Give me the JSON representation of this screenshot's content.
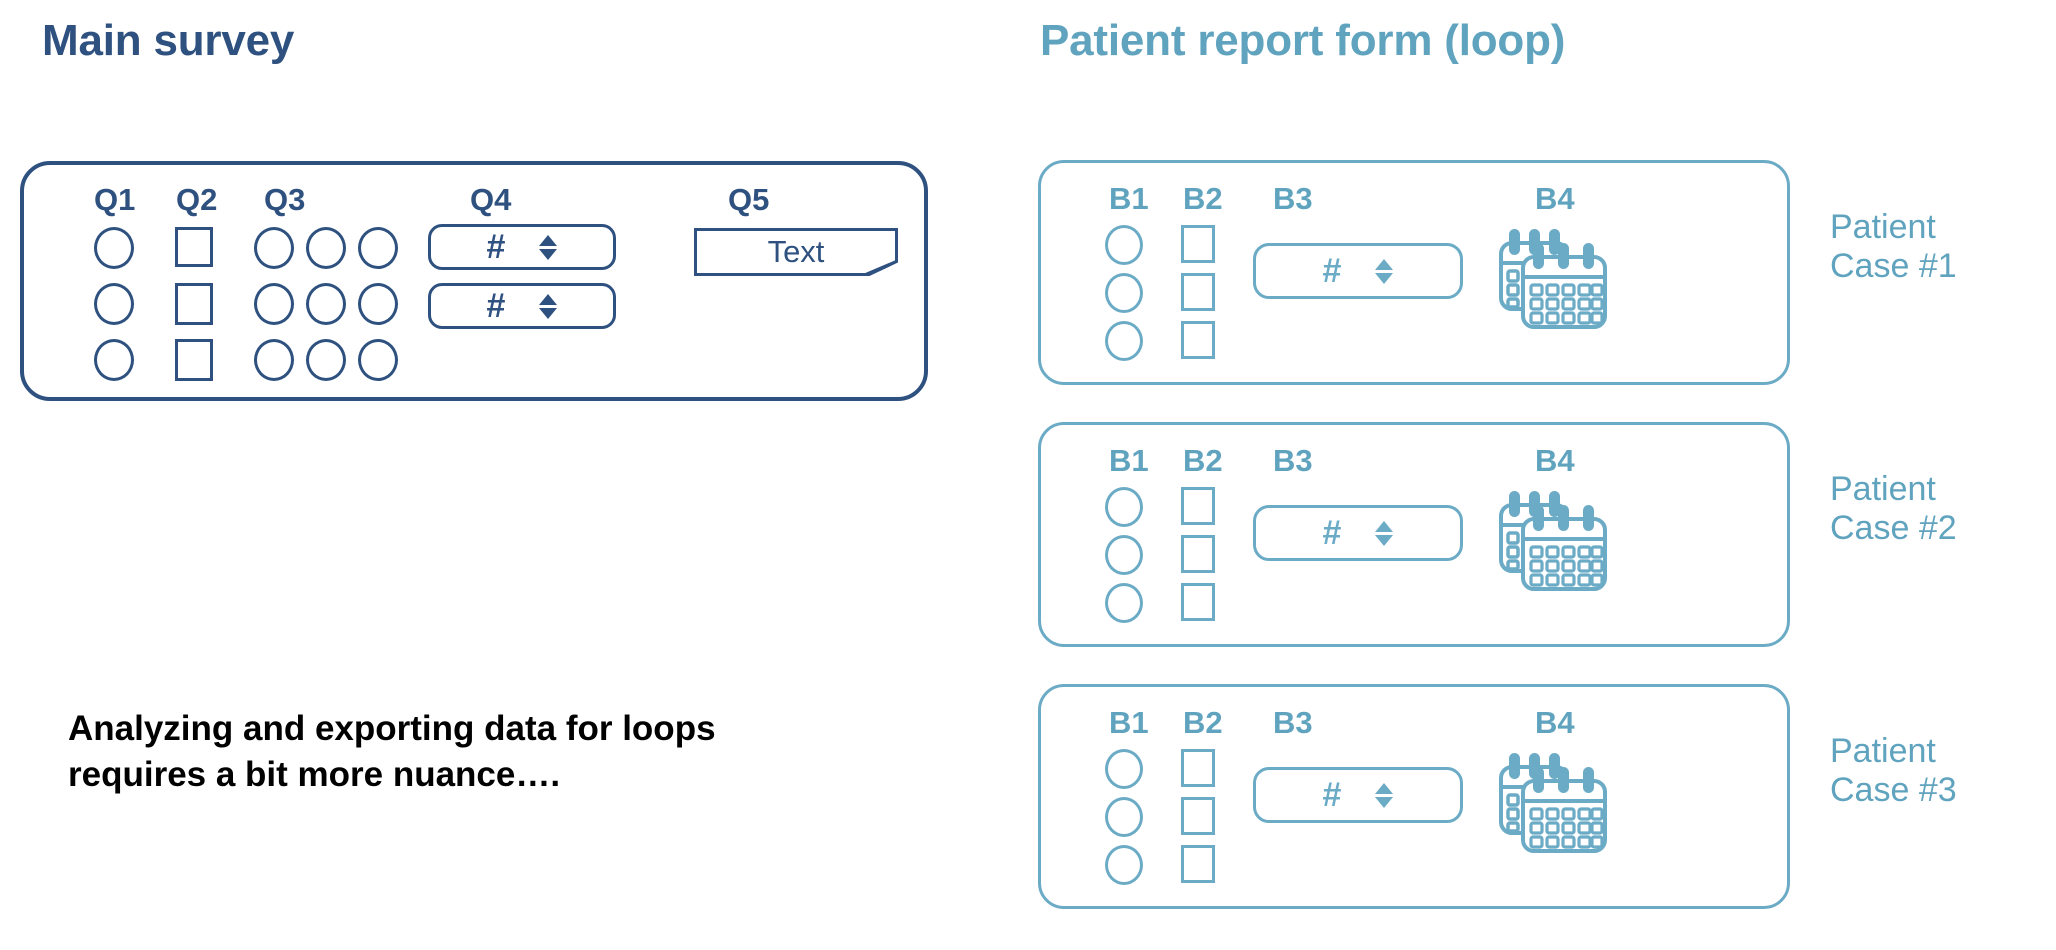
{
  "main_survey": {
    "title": "Main survey",
    "accent_color": "#2E5180",
    "columns": [
      {
        "label": "Q1",
        "type": "radio-column",
        "rows": 3,
        "cols": 1
      },
      {
        "label": "Q2",
        "type": "checkbox-column",
        "rows": 3,
        "cols": 1
      },
      {
        "label": "Q3",
        "type": "radio-grid",
        "rows": 3,
        "cols": 3
      },
      {
        "label": "Q4",
        "type": "number-spinner",
        "count": 2,
        "value": "#"
      },
      {
        "label": "Q5",
        "type": "text-field",
        "value": "Text"
      }
    ],
    "spinner_value": "#",
    "text_value": "Text"
  },
  "patient_report_form": {
    "title": "Patient report form (loop)",
    "accent_color": "#5FA3BE",
    "columns": [
      {
        "label": "B1",
        "type": "radio-column",
        "rows": 3
      },
      {
        "label": "B2",
        "type": "checkbox-column",
        "rows": 3
      },
      {
        "label": "B3",
        "type": "number-spinner",
        "value": "#"
      },
      {
        "label": "B4",
        "type": "calendar-icon"
      }
    ],
    "spinner_value": "#",
    "cases": [
      {
        "line1": "Patient",
        "line2": "Case #1"
      },
      {
        "line1": "Patient",
        "line2": "Case #2"
      },
      {
        "line1": "Patient",
        "line2": "Case #3"
      }
    ]
  },
  "caption": {
    "line1": "Analyzing and exporting data for loops",
    "line2": "requires a bit more nuance…."
  },
  "colors": {
    "navy": "#2E5180",
    "teal": "#5FA3BE",
    "teal_stroke": "#6BABC6",
    "black": "#000000",
    "background": "#FFFFFF"
  }
}
